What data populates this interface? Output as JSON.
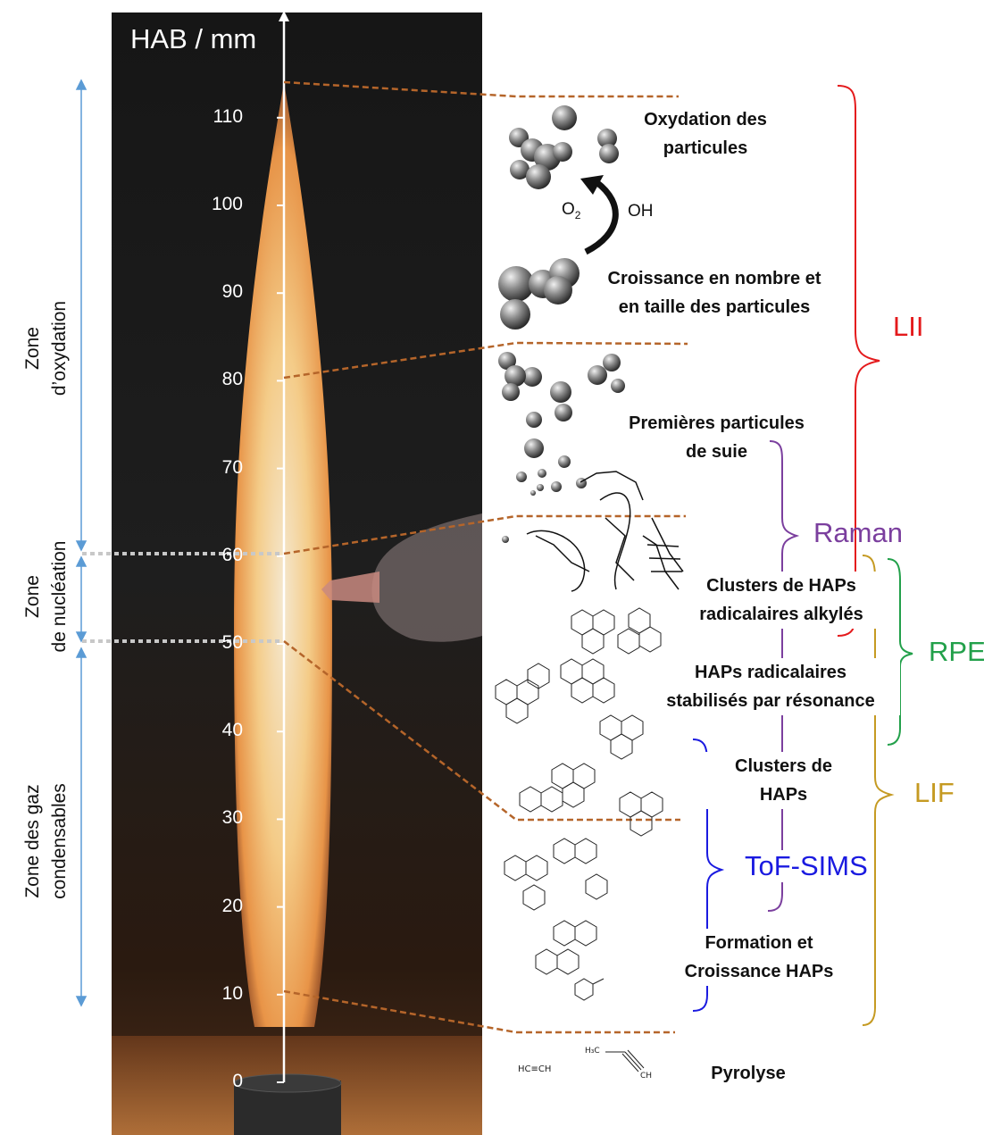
{
  "axis": {
    "title": "HAB / mm",
    "ticks": [
      "110",
      "100",
      "90",
      "80",
      "70",
      "60",
      "50",
      "40",
      "30",
      "20",
      "10",
      "0"
    ]
  },
  "zones": [
    {
      "id": "oxydation",
      "line1": "Zone",
      "line2": "d’oxydation"
    },
    {
      "id": "nucleation",
      "line1": "Zone",
      "line2": "de nucléation"
    },
    {
      "id": "gaz",
      "line1": "Zone des gaz",
      "line2": "condensables"
    }
  ],
  "stages": {
    "oxydation": {
      "line1": "Oxydation des",
      "line2": "particules"
    },
    "croissance": {
      "line1": "Croissance en nombre et",
      "line2": "en taille des particules"
    },
    "premieres": {
      "line1": "Premières particules",
      "line2": "de suie"
    },
    "clusters_alkyles": {
      "line1": "Clusters de HAPs",
      "line2": "radicalaires alkylés"
    },
    "haps_radicalaires": {
      "line1": "HAPs radicalaires",
      "line2": "stabilisés par résonance"
    },
    "clusters_haps": {
      "line1": "Clusters de",
      "line2": "HAPs"
    },
    "formation": {
      "line1": "Formation et",
      "line2": "Croissance HAPs"
    },
    "pyrolyse": {
      "line1": "Pyrolyse"
    }
  },
  "species": {
    "o2": "O",
    "o2_sub": "2",
    "oh": "OH"
  },
  "molecules": {
    "ethyne": "HC≡CH",
    "propyne_ch3": "H₃C",
    "propyne_ch": "CH"
  },
  "techniques": [
    {
      "id": "lii",
      "label": "LII",
      "color": "#e41a1c"
    },
    {
      "id": "raman",
      "label": "Raman",
      "color": "#7b3f9e"
    },
    {
      "id": "rpe",
      "label": "RPE",
      "color": "#22a04a"
    },
    {
      "id": "lif",
      "label": "LIF",
      "color": "#c59a22"
    },
    {
      "id": "tofsims",
      "label": "ToF-SIMS",
      "color": "#1a1ae0"
    }
  ],
  "colors": {
    "leader": "#b5652a",
    "zone_arrow": "#5b9bd5",
    "boundary": "#c8c8c8"
  }
}
